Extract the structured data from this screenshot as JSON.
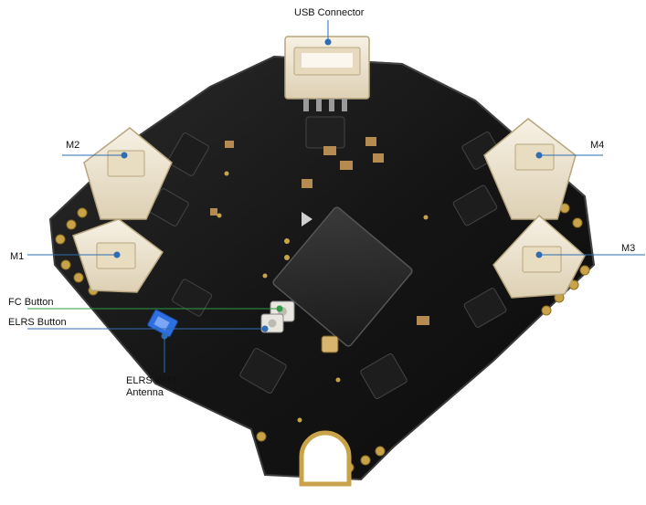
{
  "callouts": {
    "usb": "USB Connector",
    "m1": "M1",
    "m2": "M2",
    "m3": "M3",
    "m4": "M4",
    "fc_button": "FC Button",
    "elrs_button": "ELRS Button",
    "antenna_line1": "ELRS WIFI",
    "antenna_line2": "Antenna"
  },
  "colors": {
    "board": "#141414",
    "board_edge": "#2a2a2a",
    "connector": "#efe6d4",
    "gold_pad": "#c9a34a",
    "line_blue": "#2e6db3",
    "line_green": "#2f9a4a",
    "antenna_blue": "#2d6fe0"
  }
}
